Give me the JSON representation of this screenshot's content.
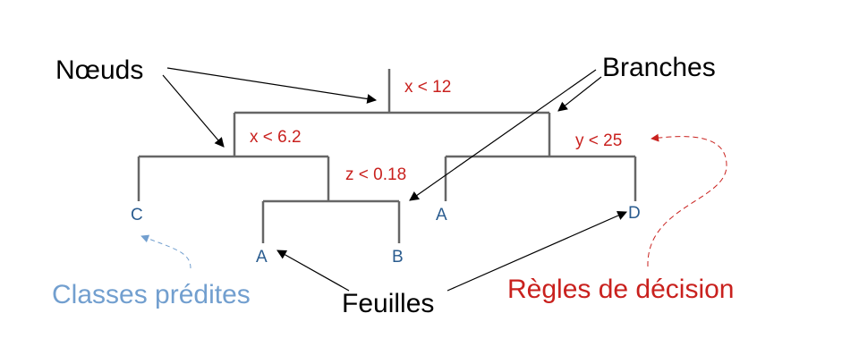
{
  "colors": {
    "tree": "#666666",
    "rule": "#c9211e",
    "leaf": "#2a5c8f",
    "classes": "#729fcf",
    "arrow": "#000000"
  },
  "labels": {
    "noeuds": "Nœuds",
    "branches": "Branches",
    "feuilles": "Feuilles",
    "classes_predites": "Classes prédites",
    "regles": "Règles de décision"
  },
  "rules": {
    "root": "x < 12",
    "left": "x < 6.2",
    "mid": "z < 0.18",
    "right": "y < 25"
  },
  "leaves": {
    "c": "C",
    "a_left": "A",
    "b": "B",
    "a_right": "A",
    "d": "D"
  }
}
